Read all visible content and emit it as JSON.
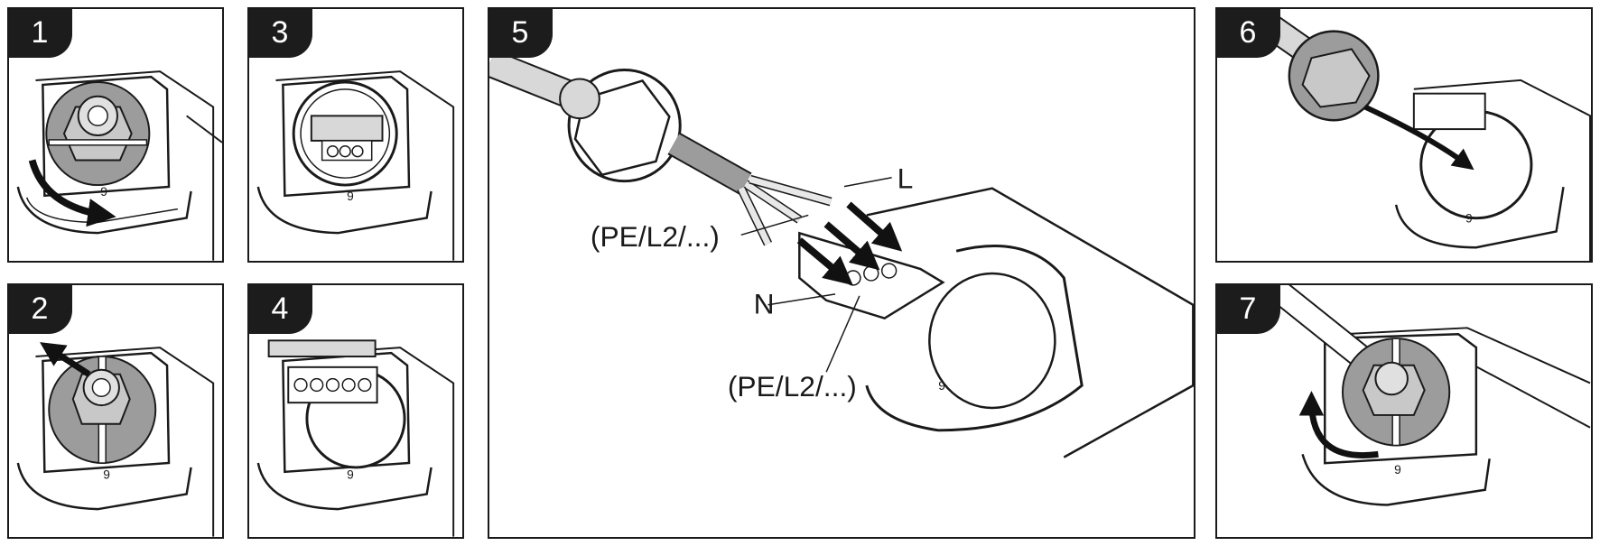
{
  "steps": [
    {
      "number": "1"
    },
    {
      "number": "2"
    },
    {
      "number": "3"
    },
    {
      "number": "4"
    },
    {
      "number": "5",
      "labels": {
        "live": "L",
        "neutral": "N",
        "pe_top": "(PE/L2/...)",
        "pe_bottom": "(PE/L2/...)"
      }
    },
    {
      "number": "6"
    },
    {
      "number": "7"
    }
  ],
  "housing_mark": "9",
  "colors": {
    "line": "#1a1a1a",
    "gray_fill": "#9c9c9c",
    "light_fill": "#d8d8d8",
    "badge_bg": "#1c1c1c"
  }
}
